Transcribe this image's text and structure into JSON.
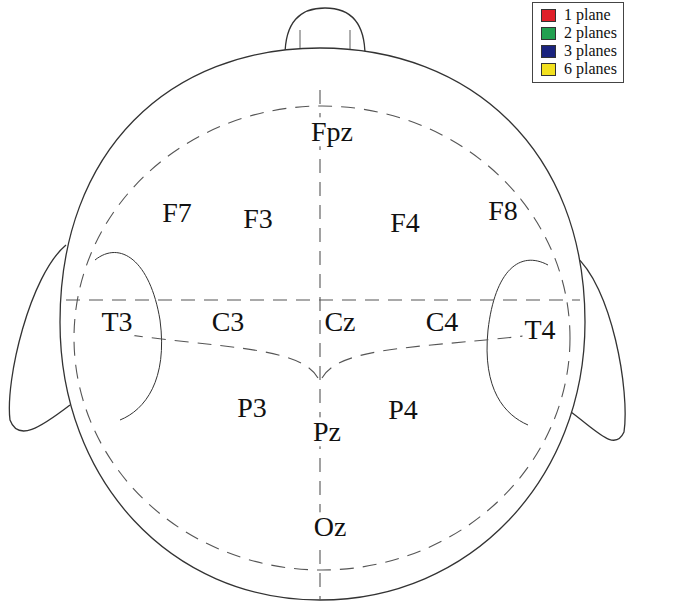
{
  "diagram": {
    "labels": [
      "Fpz",
      "F7",
      "F3",
      "F4",
      "F8",
      "T3",
      "C3",
      "Cz",
      "C4",
      "T4",
      "P3",
      "Pz",
      "P4",
      "Oz"
    ],
    "legend": [
      {
        "text": "1 plane",
        "color": "#e0202a"
      },
      {
        "text": "2 planes",
        "color": "#22a050"
      },
      {
        "text": "3 planes",
        "color": "#1a237e"
      },
      {
        "text": "6 planes",
        "color": "#f2e01e"
      }
    ]
  }
}
